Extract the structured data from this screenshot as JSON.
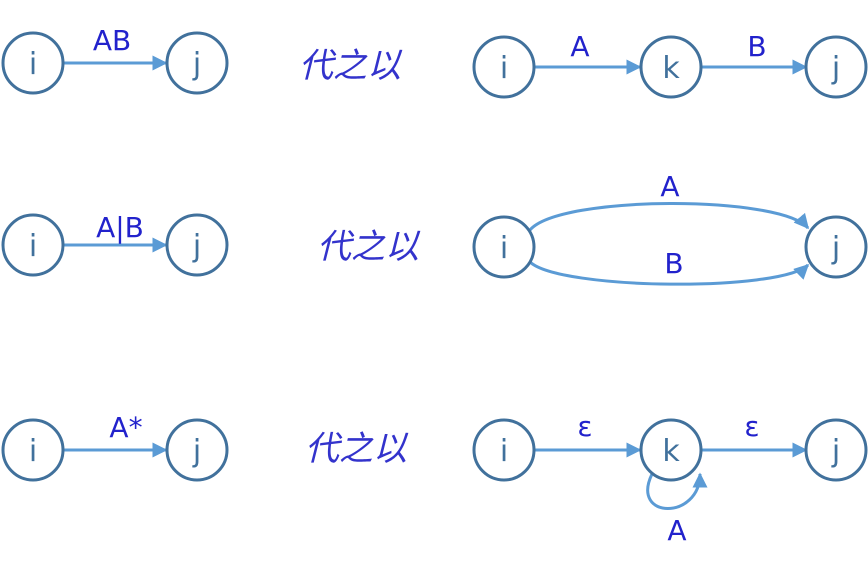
{
  "colors": {
    "node_stroke": "#41719c",
    "edge": "#5b9bd5",
    "label": "#2222cc",
    "replace_text": "#3333cc"
  },
  "rules": [
    {
      "left": {
        "from": "i",
        "to": "j",
        "label": "AB"
      },
      "replace_text": "代之以",
      "right": {
        "nodes": [
          "i",
          "k",
          "j"
        ],
        "labels": [
          "A",
          "B"
        ]
      }
    },
    {
      "left": {
        "from": "i",
        "to": "j",
        "label": "A|B"
      },
      "replace_text": "代之以",
      "right": {
        "nodes": [
          "i",
          "j"
        ],
        "labels": [
          "A",
          "B"
        ]
      }
    },
    {
      "left": {
        "from": "i",
        "to": "j",
        "label": "A*"
      },
      "replace_text": "代之以",
      "right": {
        "nodes": [
          "i",
          "k",
          "j"
        ],
        "labels": [
          "ε",
          "ε"
        ],
        "loop_label": "A"
      }
    }
  ]
}
